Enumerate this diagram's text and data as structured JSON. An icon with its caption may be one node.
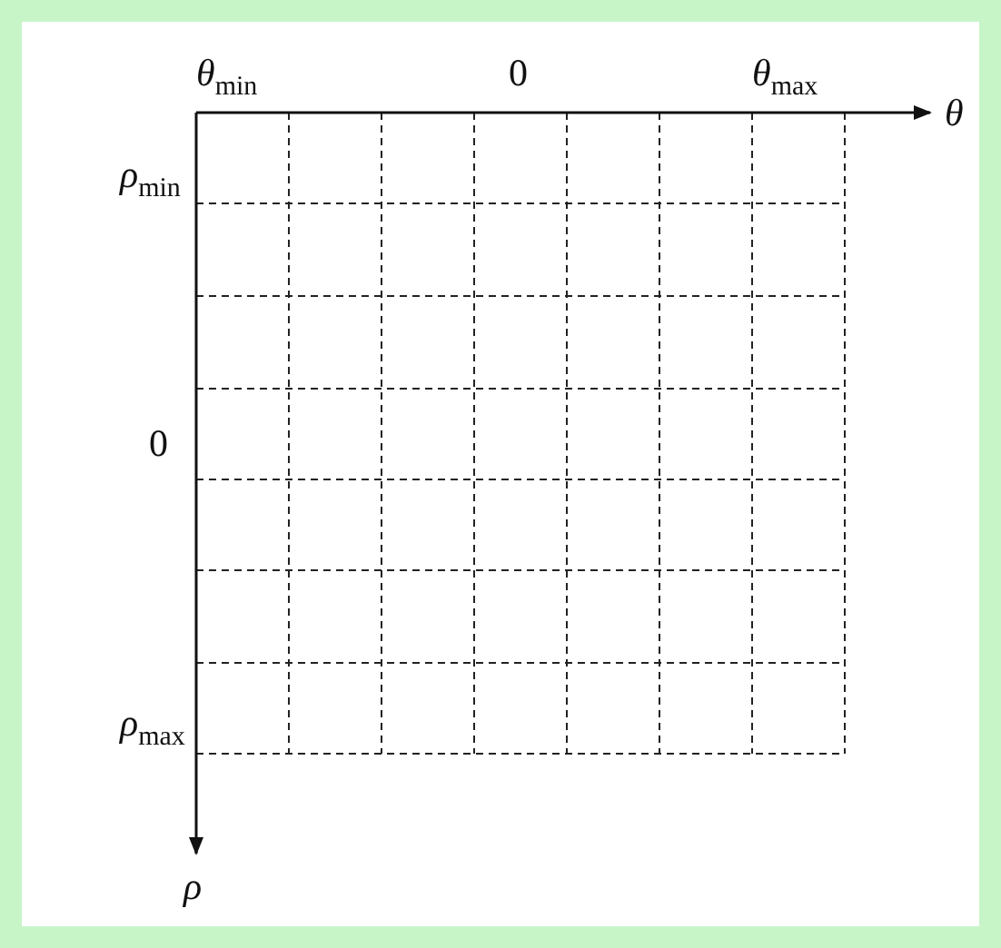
{
  "diagram": {
    "labels": [
      "*θ*$_{min}$",
      "0",
      "*θ*$_{max}$",
      "*θ*",
      "*ρ*$_{min}$",
      "0",
      "*ρ*$_{max}$",
      "*ρ*"
    ]
  }
}
